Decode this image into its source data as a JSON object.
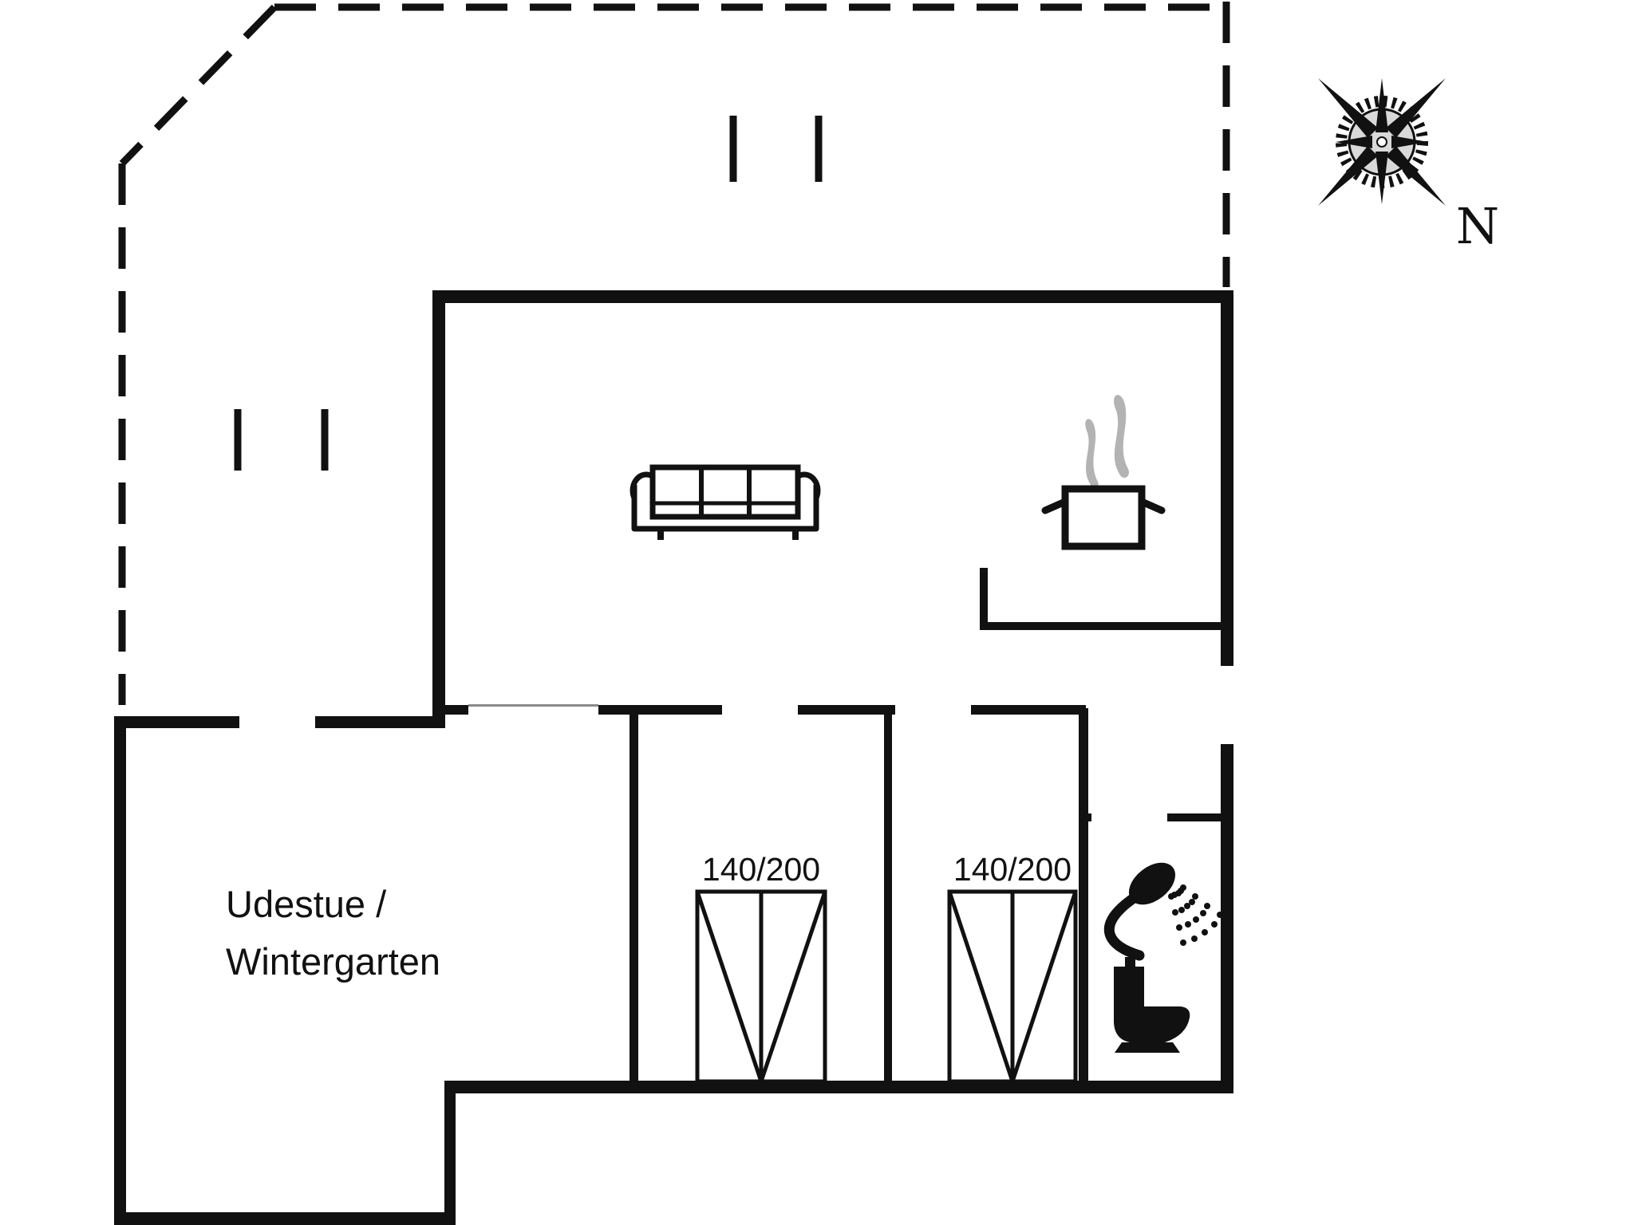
{
  "floor_plan": {
    "background_color": "#ffffff",
    "line_color": "#111111",
    "steam_color": "#b3b3b3",
    "winter_garden": {
      "label_line1": "Udestue /",
      "label_line2": "Wintergarten"
    },
    "beds": [
      {
        "label": "140/200"
      },
      {
        "label": "140/200"
      }
    ],
    "compass": {
      "north_label": "N"
    }
  }
}
